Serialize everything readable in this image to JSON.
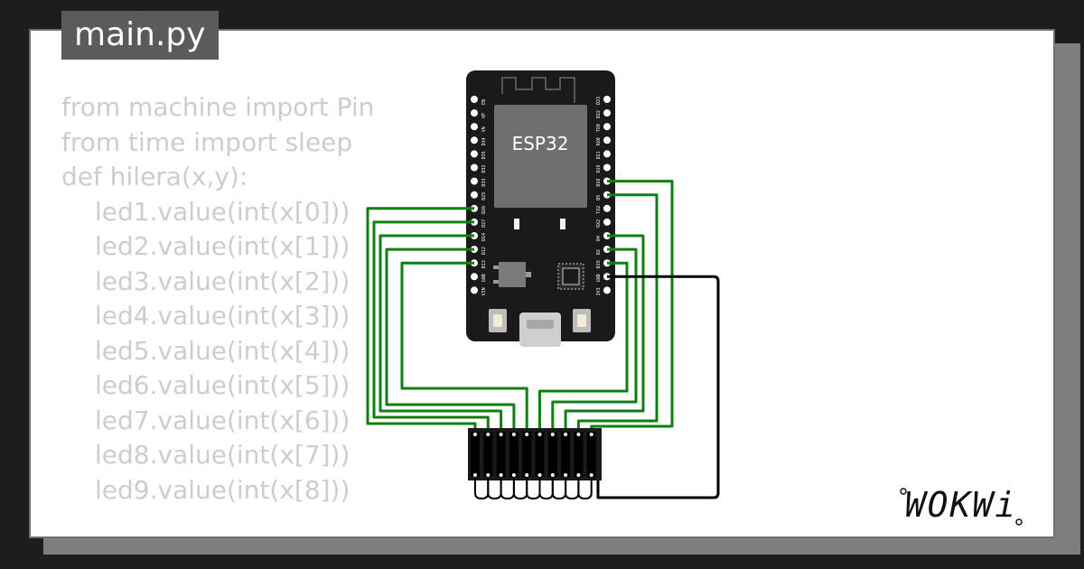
{
  "file_tab": {
    "name": "main.py"
  },
  "code": {
    "lines": [
      {
        "text": "from machine import Pin",
        "indent": false
      },
      {
        "text": "from time import sleep",
        "indent": false
      },
      {
        "text": "def hilera(x,y):",
        "indent": false
      },
      {
        "text": "led1.value(int(x[0]))",
        "indent": true
      },
      {
        "text": "led2.value(int(x[1]))",
        "indent": true
      },
      {
        "text": "led3.value(int(x[2]))",
        "indent": true
      },
      {
        "text": "led4.value(int(x[3]))",
        "indent": true
      },
      {
        "text": "led5.value(int(x[4]))",
        "indent": true
      },
      {
        "text": "led6.value(int(x[5]))",
        "indent": true
      },
      {
        "text": "led7.value(int(x[6]))",
        "indent": true
      },
      {
        "text": "led8.value(int(x[7]))",
        "indent": true
      },
      {
        "text": "led9.value(int(x[8]))",
        "indent": true
      }
    ]
  },
  "board": {
    "chip_label": "ESP32",
    "left_pins": [
      "EN",
      "VP",
      "VN",
      "D34",
      "D35",
      "D32",
      "D33",
      "D25",
      "D26",
      "D27",
      "D14",
      "D12",
      "D13",
      "GND",
      "VIN"
    ],
    "right_pins": [
      "D23",
      "D22",
      "TX0",
      "RX0",
      "D21",
      "D19",
      "D18",
      "D5",
      "TX2",
      "RX2",
      "D4",
      "D2",
      "D15",
      "GND",
      "3V3"
    ]
  },
  "led_bar": {
    "segments": 10
  },
  "colors": {
    "wire_signal": "#0f7f0f",
    "wire_ground": "#000000",
    "board": "#1a1a1a",
    "code_text": "#cdcdcd",
    "tab_background": "#5b5b5b"
  },
  "brand": {
    "logo": "WOKWi"
  }
}
